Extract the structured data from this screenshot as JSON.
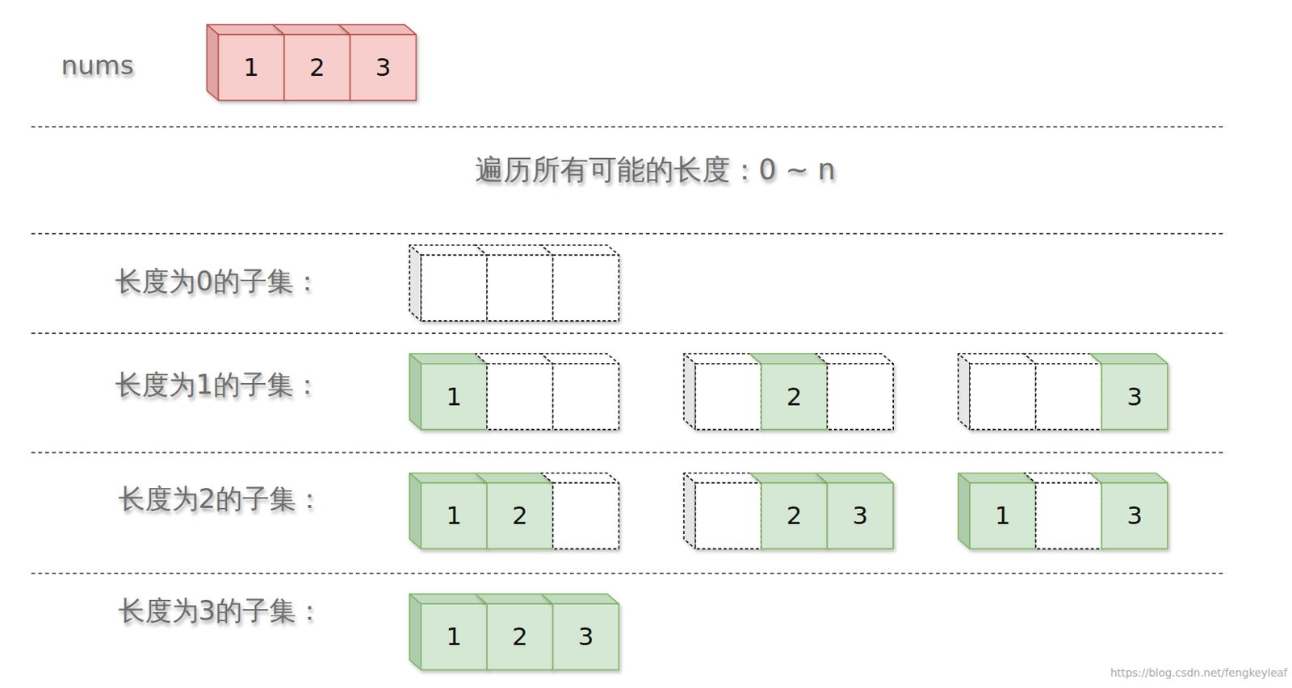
{
  "diagram": {
    "nodes": [
      {
        "text": [
          "1"
        ]
      },
      {
        "text": [
          "2"
        ]
      },
      {
        "text": [
          "3"
        ]
      },
      {
        "text": [
          "1"
        ]
      },
      {
        "text": [
          "2"
        ]
      },
      {
        "text": [
          "3"
        ]
      },
      {
        "text": [
          "1"
        ]
      },
      {
        "text": [
          "2"
        ]
      },
      {
        "text": [
          "2"
        ]
      },
      {
        "text": [
          "3"
        ]
      },
      {
        "text": [
          "1"
        ]
      },
      {
        "text": [
          "3"
        ]
      },
      {
        "text": [
          "1"
        ]
      },
      {
        "text": [
          "2"
        ]
      },
      {
        "text": [
          "3"
        ]
      }
    ],
    "labels": [
      "nums",
      "遍历所有可能的长度：0 ~ n",
      "长度为0的子集：",
      "长度为1的子集：",
      "长度为2的子集：",
      "长度为3的子集：",
      "https://blog.csdn.net/fengkeyleaf"
    ]
  }
}
